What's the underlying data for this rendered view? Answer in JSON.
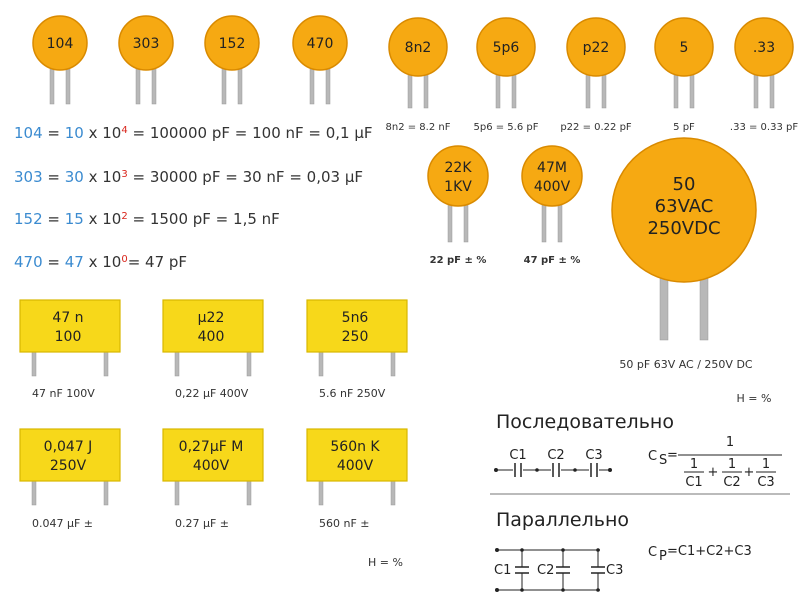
{
  "colors": {
    "ceramic_fill": "#f6a912",
    "ceramic_stroke": "#d98a00",
    "film_fill": "#f7d81a",
    "film_stroke": "#d8b800",
    "lead": "#b8b8b8",
    "value_blue": "#3b8bd0",
    "exponent_red": "#d9261c",
    "text": "#333333"
  },
  "ceramic_small": [
    {
      "code": "104"
    },
    {
      "code": "303"
    },
    {
      "code": "152"
    },
    {
      "code": "470"
    }
  ],
  "ceramic_right": [
    {
      "code": "8n2",
      "caption": "8n2 = 8.2 nF"
    },
    {
      "code": "5p6",
      "caption": "5p6 = 5.6 pF"
    },
    {
      "code": "p22",
      "caption": "p22 = 0.22 pF"
    },
    {
      "code": "5",
      "caption": "5 pF"
    },
    {
      "code": ".33",
      "caption": ".33 = 0.33 pF"
    }
  ],
  "ceramic_mid": [
    {
      "line1": "22K",
      "line2": "1KV",
      "caption": "22 pF ± %"
    },
    {
      "line1": "47M",
      "line2": "400V",
      "caption": "47 pF ± %"
    }
  ],
  "ceramic_big": {
    "line1": "50",
    "line2": "63VAC",
    "line3": "250VDC",
    "caption": "50 pF 63V AC / 250V DC",
    "note": "H = %"
  },
  "equations": [
    {
      "code": "104",
      "digits": "10",
      "times": " x 10",
      "exp": "4",
      "result": " = 100000 pF = 100 nF = 0,1 µF"
    },
    {
      "code": "303",
      "digits": "30",
      "times": " x 10",
      "exp": "3",
      "result": " = 30000 pF = 30 nF = 0,03 µF"
    },
    {
      "code": "152",
      "digits": "15",
      "times": " x 10",
      "exp": "2",
      "result": " = 1500 pF = 1,5 nF"
    },
    {
      "code": "470",
      "digits": "47",
      "times": " x 10",
      "exp": "0",
      "result": "= 47 pF"
    }
  ],
  "film_row1": [
    {
      "line1": "47 n",
      "line2": "100",
      "caption": "47 nF 100V"
    },
    {
      "line1": "µ22",
      "line2": "400",
      "caption": "0,22 µF 400V"
    },
    {
      "line1": "5n6",
      "line2": "250",
      "caption": "5.6 nF 250V"
    }
  ],
  "film_row2": [
    {
      "line1": "0,047 J",
      "line2": "250V",
      "caption": "0.047 µF ±"
    },
    {
      "line1": "0,27µF M",
      "line2": "400V",
      "caption": "0.27 µF ±"
    },
    {
      "line1": "560n K",
      "line2": "400V",
      "caption": "560 nF ±"
    }
  ],
  "film_note": "H = %",
  "series": {
    "title": "Последовательно",
    "labels": [
      "C1",
      "C2",
      "C3"
    ],
    "formula_lhs": "C",
    "formula_sub": "S",
    "formula_eq": "=",
    "numerator": "1",
    "terms": [
      "1",
      "1",
      "1"
    ],
    "term_dens": [
      "C1",
      "C2",
      "C3"
    ],
    "plus": "+"
  },
  "parallel": {
    "title": "Параллельно",
    "labels": [
      "C1",
      "C2",
      "C3"
    ],
    "formula_lhs": "C",
    "formula_sub": "P",
    "formula_rhs": "=C1+C2+C3"
  }
}
